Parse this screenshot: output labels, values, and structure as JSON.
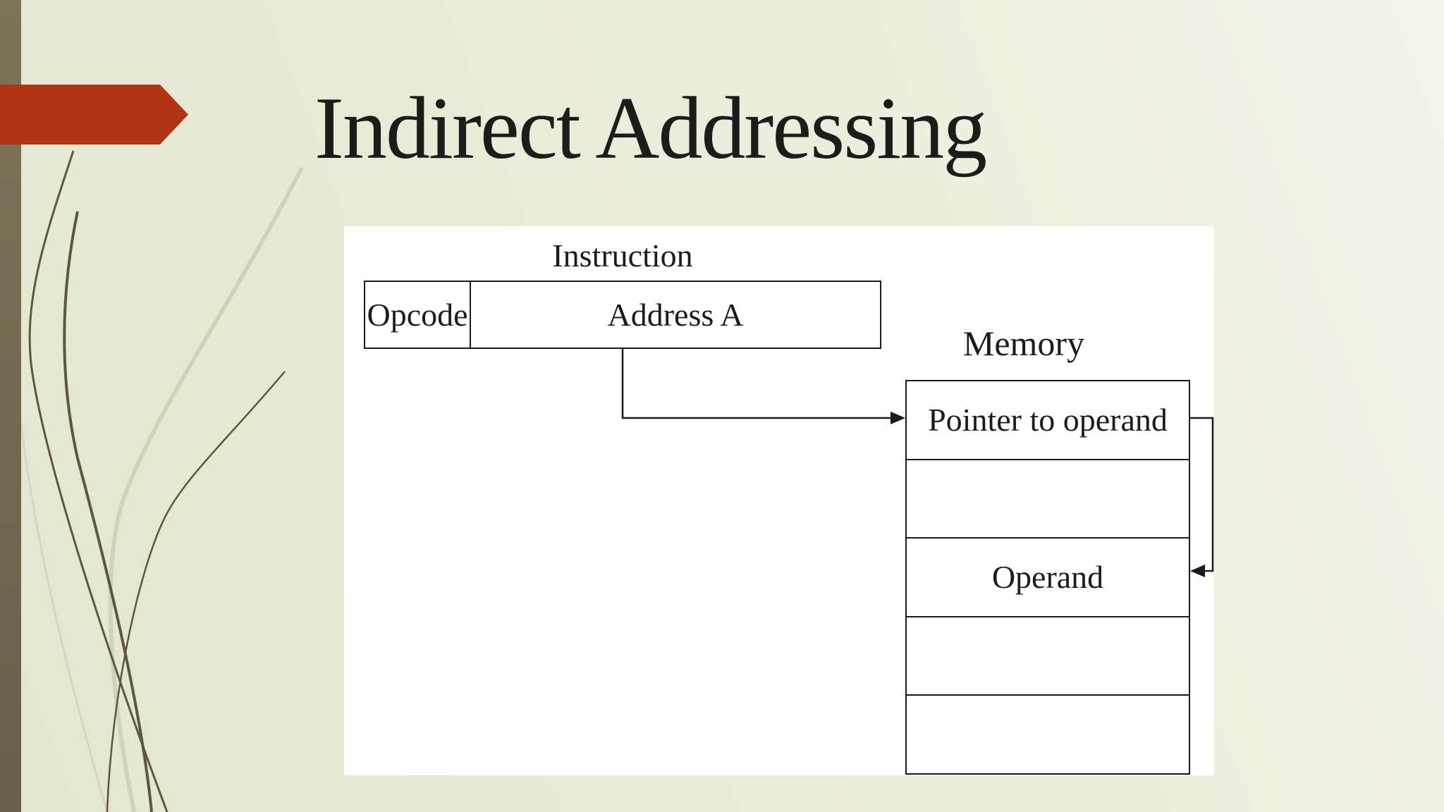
{
  "slide": {
    "title": "Indirect Addressing"
  },
  "diagram": {
    "instruction_label": "Instruction",
    "opcode_label": "Opcode",
    "address_label": "Address A",
    "memory_label": "Memory",
    "memory_cells": [
      "Pointer to operand",
      "",
      "Operand",
      "",
      ""
    ]
  },
  "colors": {
    "accent-red": "#b13417",
    "bar-olive-top": "#7d7358",
    "bar-olive-bottom": "#69604a",
    "bg-dark": "#e3e7ce",
    "bg-base": "#e9ecd8",
    "bg-light": "#f2f3e8",
    "panel-bg": "#ffffff",
    "line-color": "#1a1a1a",
    "text-color": "#1c1c1a",
    "curve-dark": "#5f563e",
    "curve-light": "#cfd3ba"
  }
}
